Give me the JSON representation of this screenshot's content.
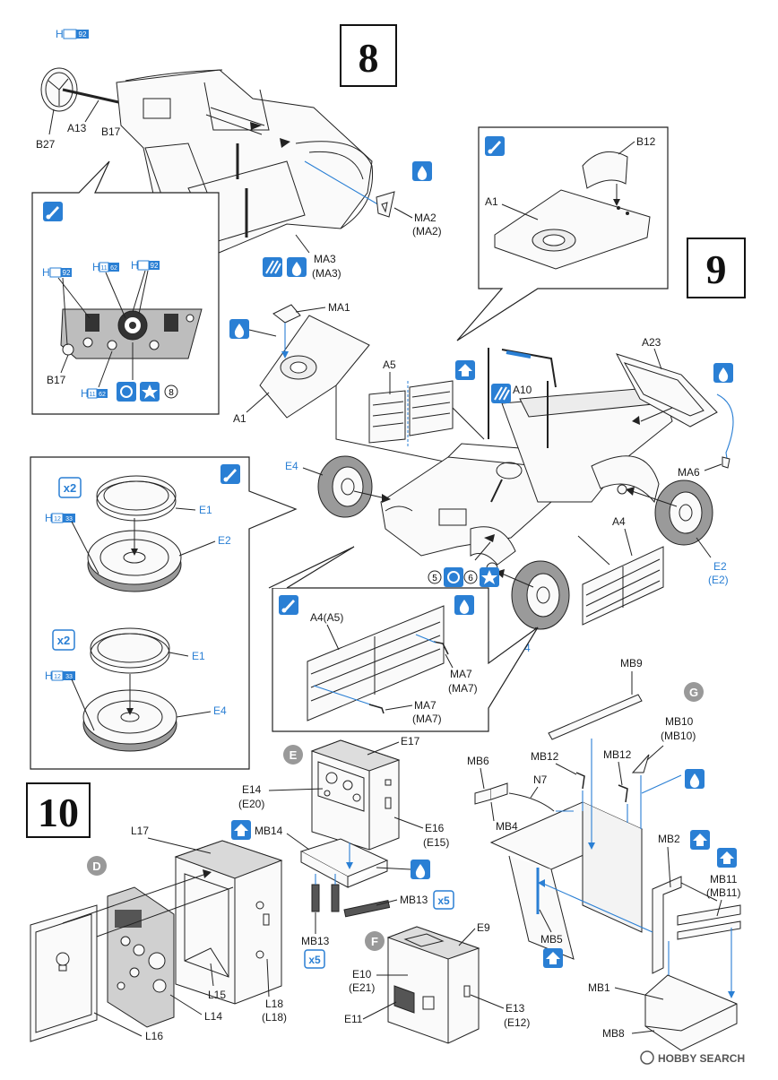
{
  "steps": {
    "s8": "8",
    "s9": "9",
    "s10": "10"
  },
  "letters": {
    "g": "G",
    "e": "E",
    "d": "D",
    "f": "F"
  },
  "paint_codes": {
    "h92": "92",
    "h11": "11",
    "h62": "62",
    "h12": "12",
    "h33": "33",
    "h": "H",
    "x2": "x2",
    "x5": "x5",
    "n8": "8",
    "n5": "5",
    "n6": "6"
  },
  "labels": {
    "b27": "B27",
    "a13": "A13",
    "b17": "B17",
    "ma2": "MA2",
    "ma2p": "(MA2)",
    "ma3": "MA3",
    "ma3p": "(MA3)",
    "b12": "B12",
    "a1": "A1",
    "ma1": "MA1",
    "a5": "A5",
    "a10": "A10",
    "a23": "A23",
    "ma6": "MA6",
    "e4": "E4",
    "e2": "E2",
    "e2p": "(E2)",
    "e1": "E1",
    "a4": "A4",
    "a4a5": "A4(A5)",
    "ma7": "MA7",
    "ma7p": "(MA7)",
    "mb9": "MB9",
    "mb10": "MB10",
    "mb10p": "(MB10)",
    "mb6": "MB6",
    "mb12": "MB12",
    "n7": "N7",
    "mb4": "MB4",
    "mb2": "MB2",
    "mb11": "MB11",
    "mb11p": "(MB11)",
    "mb5": "MB5",
    "mb1": "MB1",
    "mb8": "MB8",
    "e17": "E17",
    "e14": "E14",
    "e20p": "(E20)",
    "e16": "E16",
    "e15p": "(E15)",
    "mb14": "MB14",
    "mb13": "MB13",
    "e9": "E9",
    "e10": "E10",
    "e21p": "(E21)",
    "e11": "E11",
    "e13": "E13",
    "e12p": "(E12)",
    "l17": "L17",
    "l15": "L15",
    "l14": "L14",
    "l16": "L16",
    "l18": "L18",
    "l18p": "(L18)"
  },
  "watermark": "HOBBY SEARCH"
}
